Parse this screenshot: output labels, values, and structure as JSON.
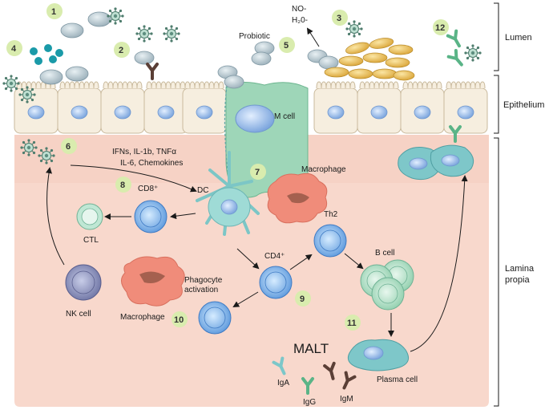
{
  "layers": {
    "lumen": "Lumen",
    "epithelium": "Epithelium",
    "lamina_line1": "Lamina",
    "lamina_line2": "propia"
  },
  "steps": [
    "1",
    "2",
    "3",
    "4",
    "5",
    "6",
    "7",
    "8",
    "9",
    "10",
    "11",
    "12"
  ],
  "labels": {
    "probiotic": "Probiotic",
    "no": "NO-",
    "h2o": "H₂0-",
    "m_cell": "M cell",
    "cytokines1": "IFNs, IL-1b, TNFα",
    "cytokines2": "IL-6, Chemokines",
    "dc": "DC",
    "macrophage_top": "Macrophage",
    "cd8": "CD8⁺",
    "ctl": "CTL",
    "th2": "Th2",
    "cd4": "CD4⁺",
    "b_cell": "B cell",
    "phagocyte1": "Phagocyte",
    "phagocyte2": "activation",
    "nk_cell": "NK cell",
    "macrophage_bottom": "Macrophage",
    "malt": "MALT",
    "plasma_cell": "Plasma cell",
    "iga": "IgA",
    "igg": "IgG",
    "igm": "IgM"
  },
  "colors": {
    "lamina": "#f8d8cc",
    "epithelial": "#f6eedf",
    "nucleus": "#9bbce6",
    "m_cell": "#9ed6b8",
    "t_cell": "#6ca3e0",
    "b_cell": "#a8dcc0",
    "macrophage": "#f08c7a",
    "nk": "#8a8fb8",
    "plasma": "#7ec7c9",
    "virus": "#9cc8b8",
    "teal_dots": "#1a9aa8",
    "bacteria": "#b7c7cf",
    "yellow_bact": "#eac55c",
    "step_badge": "#d9ecae"
  }
}
